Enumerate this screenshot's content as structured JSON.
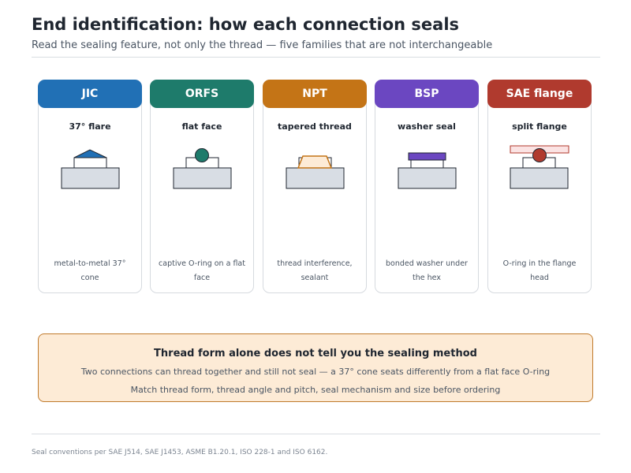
{
  "title": "End identification: how each connection seals",
  "subtitle": "Read the sealing feature, not only the thread — five families that are not interchangeable",
  "cards": [
    {
      "name": "JIC",
      "subtitle": "37° flare",
      "description": "metal-to-metal 37° cone",
      "color": "#2170b5",
      "icon": "flare-cone-icon"
    },
    {
      "name": "ORFS",
      "subtitle": "flat face",
      "description": "captive O-ring on a flat face",
      "color": "#1e7b6b",
      "icon": "o-ring-face-icon"
    },
    {
      "name": "NPT",
      "subtitle": "tapered thread",
      "description": "thread interference, sealant",
      "color": "#c47416",
      "icon": "tapered-thread-icon"
    },
    {
      "name": "BSP",
      "subtitle": "washer seal",
      "description": "bonded washer under the hex",
      "color": "#6b47c1",
      "icon": "bonded-washer-icon"
    },
    {
      "name": "SAE flange",
      "subtitle": "split flange",
      "description": "O-ring in the flange head",
      "color": "#b03a2e",
      "icon": "split-flange-icon"
    }
  ],
  "note": {
    "title": "Thread form alone does not tell you the sealing method",
    "line1": "Two connections can thread together and still not seal — a 37° cone seats differently from a flat face O-ring",
    "line2": "Match thread form, thread angle and pitch, seal mechanism and size before ordering"
  },
  "footer": "Seal conventions per SAE J514, SAE J1453, ASME B1.20.1, ISO 228-1 and ISO 6162."
}
